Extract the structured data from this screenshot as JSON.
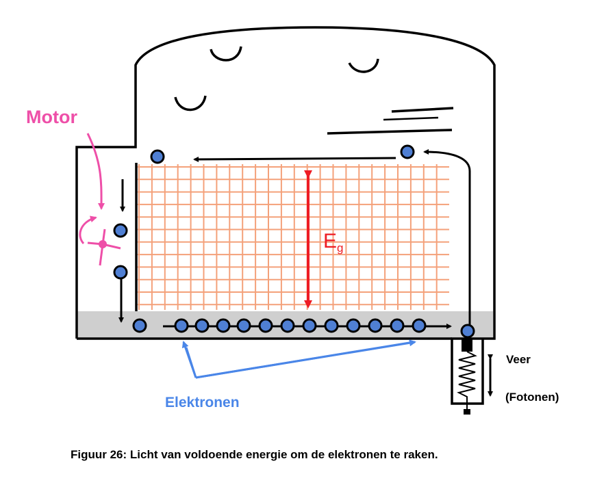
{
  "labels": {
    "motor": "Motor",
    "energy_gap": "E",
    "energy_gap_sub": "g",
    "electrons": "Elektronen",
    "spring": "Veer",
    "photons": "(Fotonen)"
  },
  "caption": "Figuur 26: Licht van voldoende energie om de elektronen te raken.",
  "colors": {
    "motor": "#ee4fa8",
    "electrons": "#4a86e8",
    "energy_gap": "#ee1c24",
    "grid": "#f4a17a",
    "grid_fill": "#fde0d0",
    "conduction_band": "#cfcfcf",
    "electron_fill": "#4f7fd3",
    "outline": "#000000"
  }
}
